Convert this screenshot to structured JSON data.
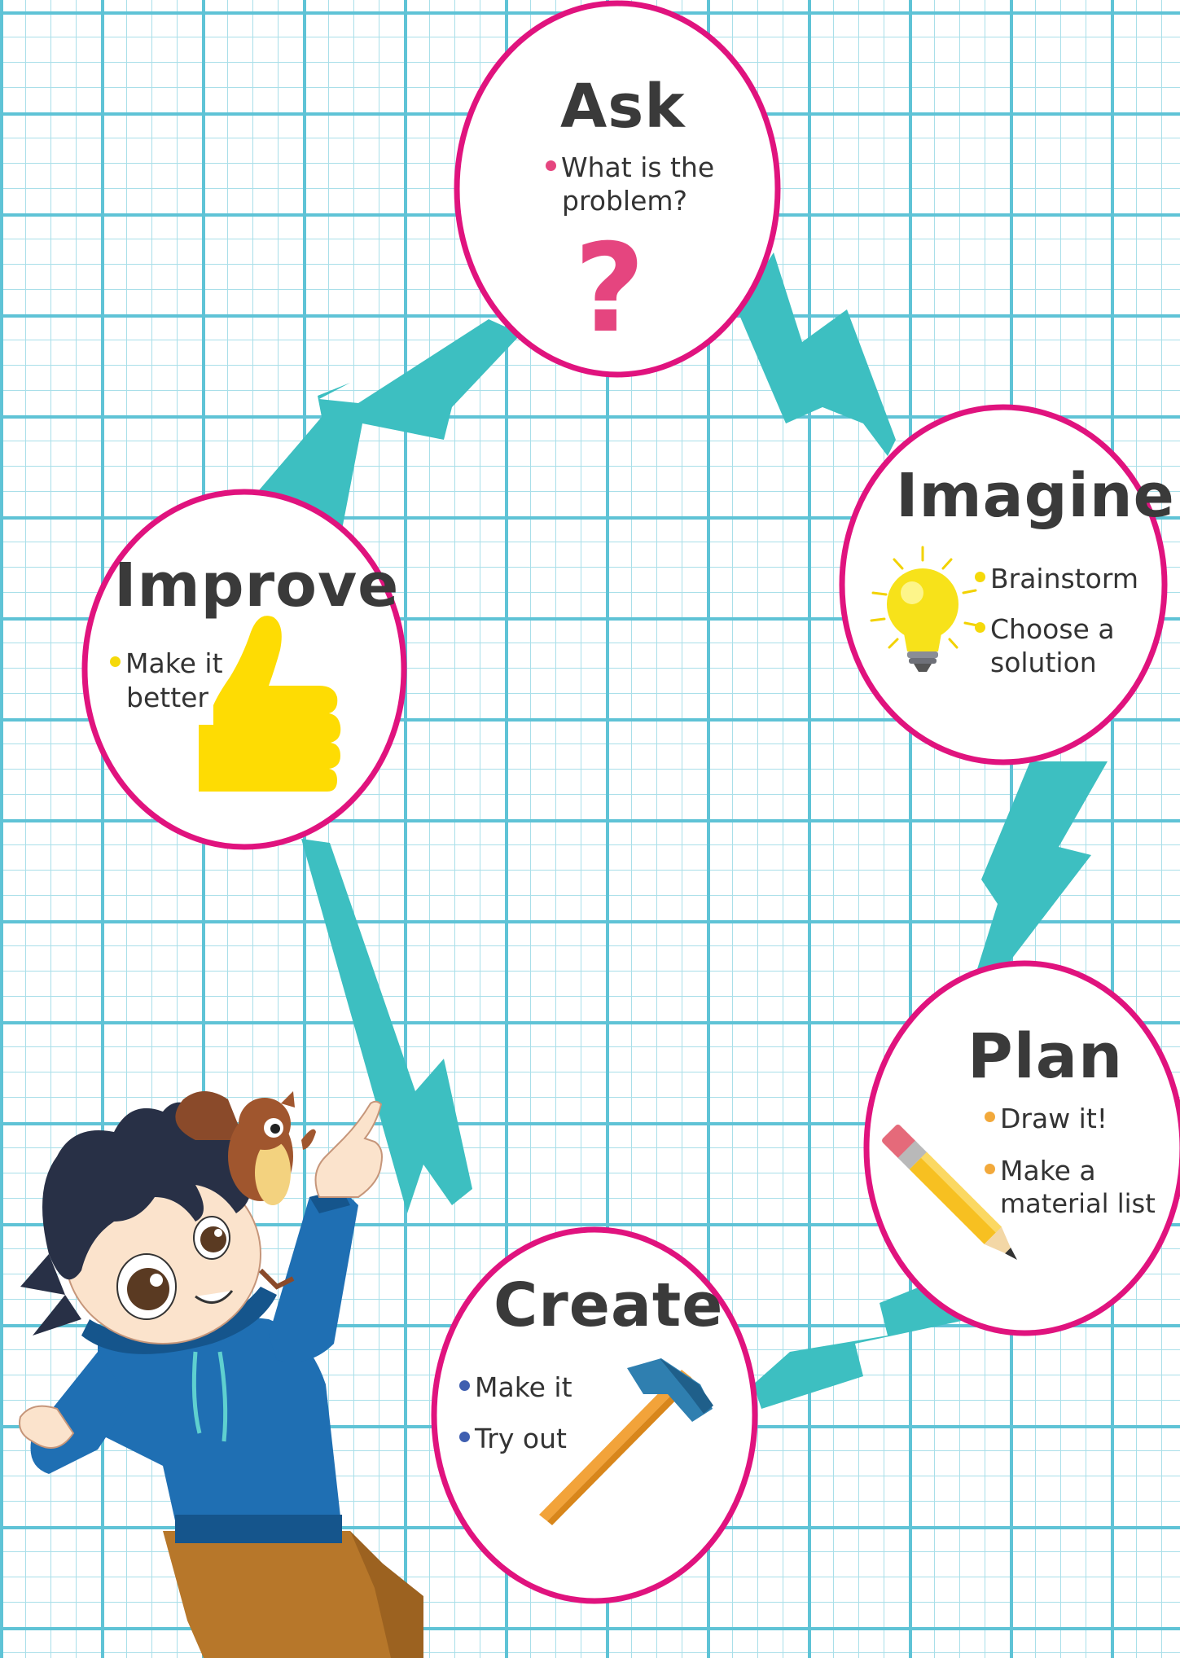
{
  "stages": {
    "ask": {
      "title": "Ask",
      "bullets": [
        "What is the",
        "problem?"
      ],
      "symbol": "?"
    },
    "imagine": {
      "title": "Imagine",
      "bullets": [
        "Brainstorm",
        "Choose a",
        "solution"
      ]
    },
    "plan": {
      "title": "Plan",
      "bullets": [
        "Draw it!",
        "Make a",
        "material list"
      ]
    },
    "create": {
      "title": "Create",
      "bullets": [
        "Make it",
        "Try out"
      ]
    },
    "improve": {
      "title": "Improve",
      "bullets": [
        "Make it",
        "better"
      ]
    }
  },
  "icons": {
    "ask": "question-mark-icon",
    "imagine": "light-bulb-icon",
    "plan": "pencil-icon",
    "create": "hammer-icon",
    "improve": "thumbs-up-icon",
    "mascot": "boy-with-squirrel-illustration"
  },
  "colors": {
    "circle_border": "#e0137e",
    "arrow": "#3dbfc1",
    "title": "#3a3a3a",
    "ask_dot": "#e5457f",
    "imagine_dot": "#f5d90a",
    "plan_dot": "#f2a93b",
    "create_dot": "#3f5fb0",
    "improve_dot": "#f5d90a"
  }
}
